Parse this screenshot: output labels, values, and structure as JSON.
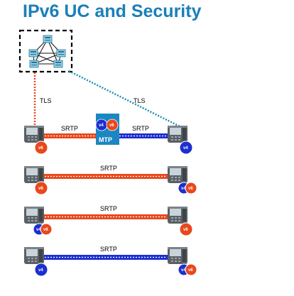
{
  "title": "IPv6 UC and Security",
  "labels": {
    "tls_left": "TLS",
    "tls_right": "TLS",
    "srtp_row1_left": "SRTP",
    "srtp_row1_right": "SRTP",
    "srtp_row2": "SRTP",
    "srtp_row3": "SRTP",
    "srtp_row4": "SRTP",
    "mtp": "MTP"
  },
  "badges": {
    "v4": "v4",
    "v6": "v6"
  },
  "colors": {
    "title": "#1a7fb8",
    "ipv6": "#e8481c",
    "ipv4": "#1c2fd0",
    "tls_left": "#e8481c",
    "tls_right": "#1a8fb0",
    "mtp_box": "#1b87c2"
  },
  "icons": {
    "cluster": "server-cluster-icon",
    "phone": "ip-phone-icon"
  }
}
